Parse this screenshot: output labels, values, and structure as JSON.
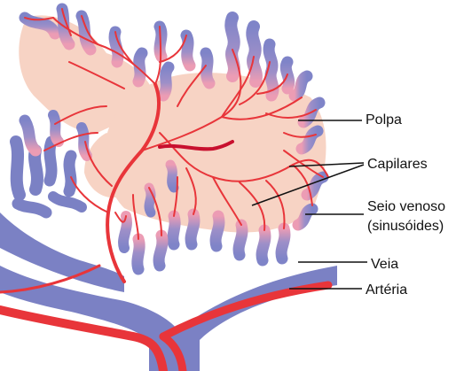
{
  "labels": {
    "polpa": "Polpa",
    "capilares": "Capilares",
    "seio_venoso_line1": "Seio venoso",
    "seio_venoso_line2": "(sinusóides)",
    "veia": "Veia",
    "arteria": "Artéria"
  },
  "colors": {
    "pulp": "#f6d2c2",
    "artery": "#e8353a",
    "artery_dark": "#c8102e",
    "vein": "#7b81c4",
    "vein_dark": "#5a5fae",
    "sinus_tip": "#8186c7",
    "sinus_base": "#e89ab4"
  }
}
